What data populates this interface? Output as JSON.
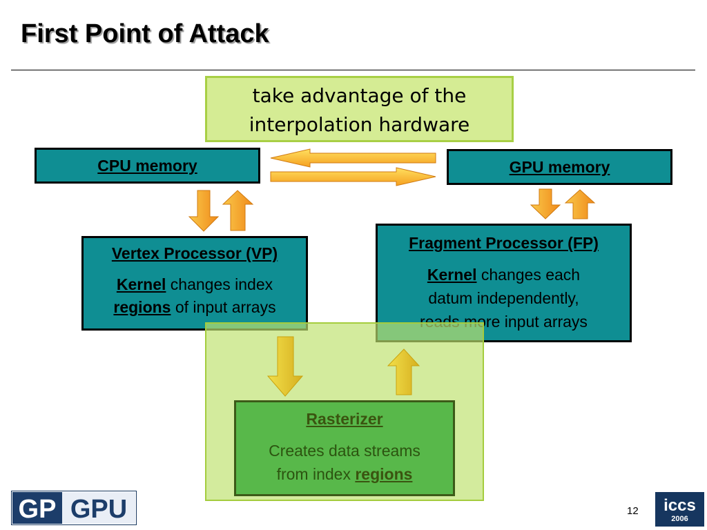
{
  "slide": {
    "title": "First Point of Attack",
    "page_number": "12"
  },
  "note": {
    "line1": "take advantage of the",
    "line2": "interpolation hardware"
  },
  "cpu_memory": {
    "label": "CPU memory"
  },
  "gpu_memory": {
    "label": "GPU memory"
  },
  "vertex_processor": {
    "title": "Vertex Processor (VP)",
    "kernel_word": "Kernel",
    "desc1": " changes index",
    "regions_word": "regions",
    "desc2": " of input arrays"
  },
  "fragment_processor": {
    "title": "Fragment Processor (FP)",
    "kernel_word": "Kernel",
    "desc1": " changes each",
    "desc2": "datum independently,",
    "desc3": "reads more input arrays"
  },
  "rasterizer": {
    "title": "Rasterizer",
    "desc1": "Creates data streams",
    "desc2": "from index ",
    "regions_word": "regions"
  },
  "logos": {
    "left": "GPGPU",
    "right_main": "iccs",
    "right_year": "2006"
  },
  "colors": {
    "teal_box": "#0f8e93",
    "arrow_orange": "#f4a52a",
    "arrow_yellow": "#f7de3a",
    "green_panel": "#c4e57c",
    "rasterizer_box": "#58b84a",
    "logo_navy": "#16365f"
  }
}
